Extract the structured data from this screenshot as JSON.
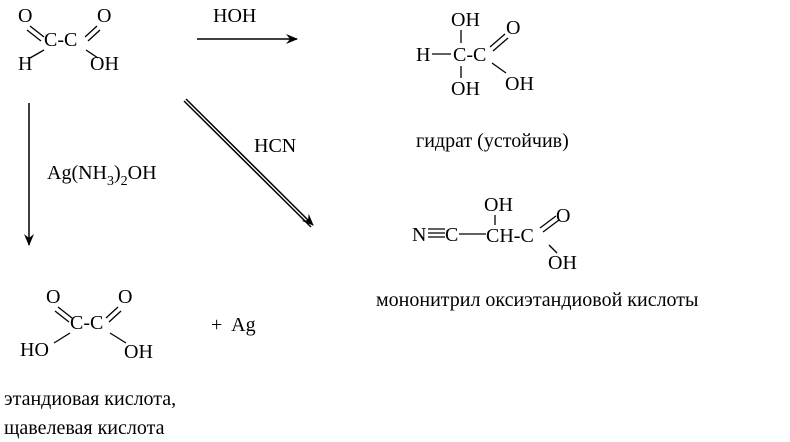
{
  "reactant": {
    "o_left": "O",
    "o_right": "O",
    "carbon_chain": "C-C",
    "h": "H",
    "oh": "OH"
  },
  "reagents": {
    "water": "HOH",
    "cyanide": "HCN",
    "tollens_prefix": "Ag(NH",
    "tollens_sub3": "3",
    "tollens_paren": ")",
    "tollens_sub2": "2",
    "tollens_suffix": "OH"
  },
  "hydrate": {
    "h": "H",
    "oh_top": "OH",
    "oh_bottom": "OH",
    "chain": "C-C",
    "o": "O",
    "oh_right": "OH",
    "name": "гидрат (устойчив)"
  },
  "nitrile": {
    "n": "N",
    "c_triple": "C",
    "oh_top": "OH",
    "chain": "CH-C",
    "o": "O",
    "oh_bottom": "OH",
    "name": "мононитрил оксиэтандиовой кислоты"
  },
  "oxalic": {
    "o_left": "O",
    "o_right": "O",
    "chain": "C-C",
    "ho": "HO",
    "oh": "OH",
    "plus_ag": "+  Ag",
    "name_line1": "этандиовая кислота,",
    "name_line2": "щавелевая кислота"
  }
}
